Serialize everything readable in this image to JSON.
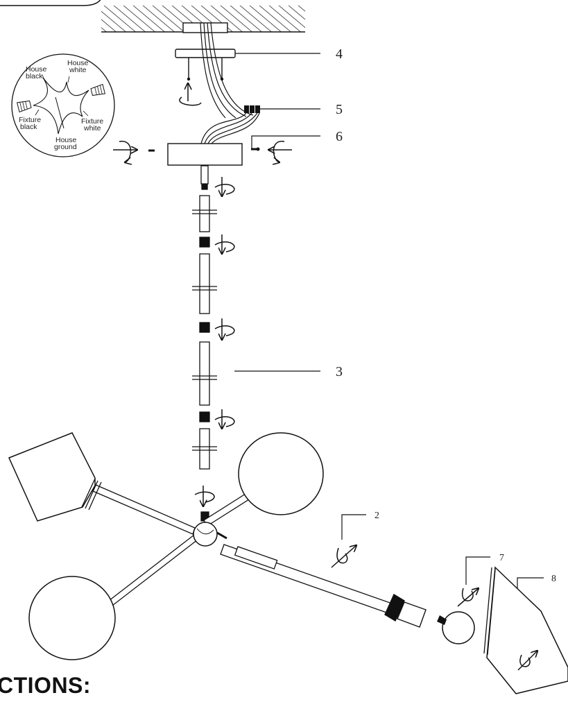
{
  "callouts": {
    "c2": "2",
    "c3": "3",
    "c4": "4",
    "c5": "5",
    "c6": "6",
    "c7": "7",
    "c8": "8"
  },
  "wiring_labels": {
    "house_black_1": "House",
    "house_black_2": "black",
    "house_white_1": "House",
    "house_white_2": "white",
    "fixture_black_1": "Fixture",
    "fixture_black_2": "black",
    "fixture_white_1": "Fixture",
    "fixture_white_2": "white",
    "house_ground_1": "House",
    "house_ground_2": "ground"
  },
  "heading": "CTIONS:"
}
